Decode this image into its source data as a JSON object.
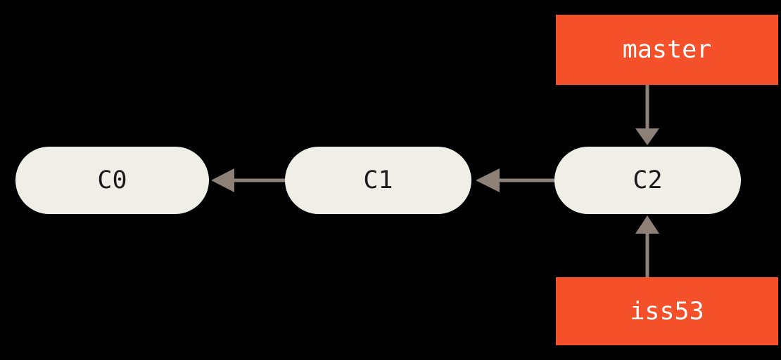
{
  "diagram": {
    "title": "git-branching-history",
    "background_color": "#000000",
    "commit_fill": "#efefe8",
    "commit_text_color": "#1b1b1b",
    "branch_fill": "#f4502a",
    "branch_text_color": "#ffffff",
    "arrow_color": "#8c8077"
  },
  "commits": [
    {
      "id": "c0",
      "label": "C0"
    },
    {
      "id": "c1",
      "label": "C1"
    },
    {
      "id": "c2",
      "label": "C2"
    }
  ],
  "branches": [
    {
      "id": "master",
      "label": "master"
    },
    {
      "id": "iss53",
      "label": "iss53"
    }
  ],
  "edges": [
    {
      "id": "c1-to-c0",
      "from": "C1",
      "to": "C0",
      "direction": "left"
    },
    {
      "id": "c2-to-c1",
      "from": "C2",
      "to": "C1",
      "direction": "left"
    },
    {
      "id": "master-to-c2",
      "from": "master",
      "to": "C2",
      "direction": "down"
    },
    {
      "id": "iss53-to-c2",
      "from": "iss53",
      "to": "C2",
      "direction": "up"
    }
  ]
}
